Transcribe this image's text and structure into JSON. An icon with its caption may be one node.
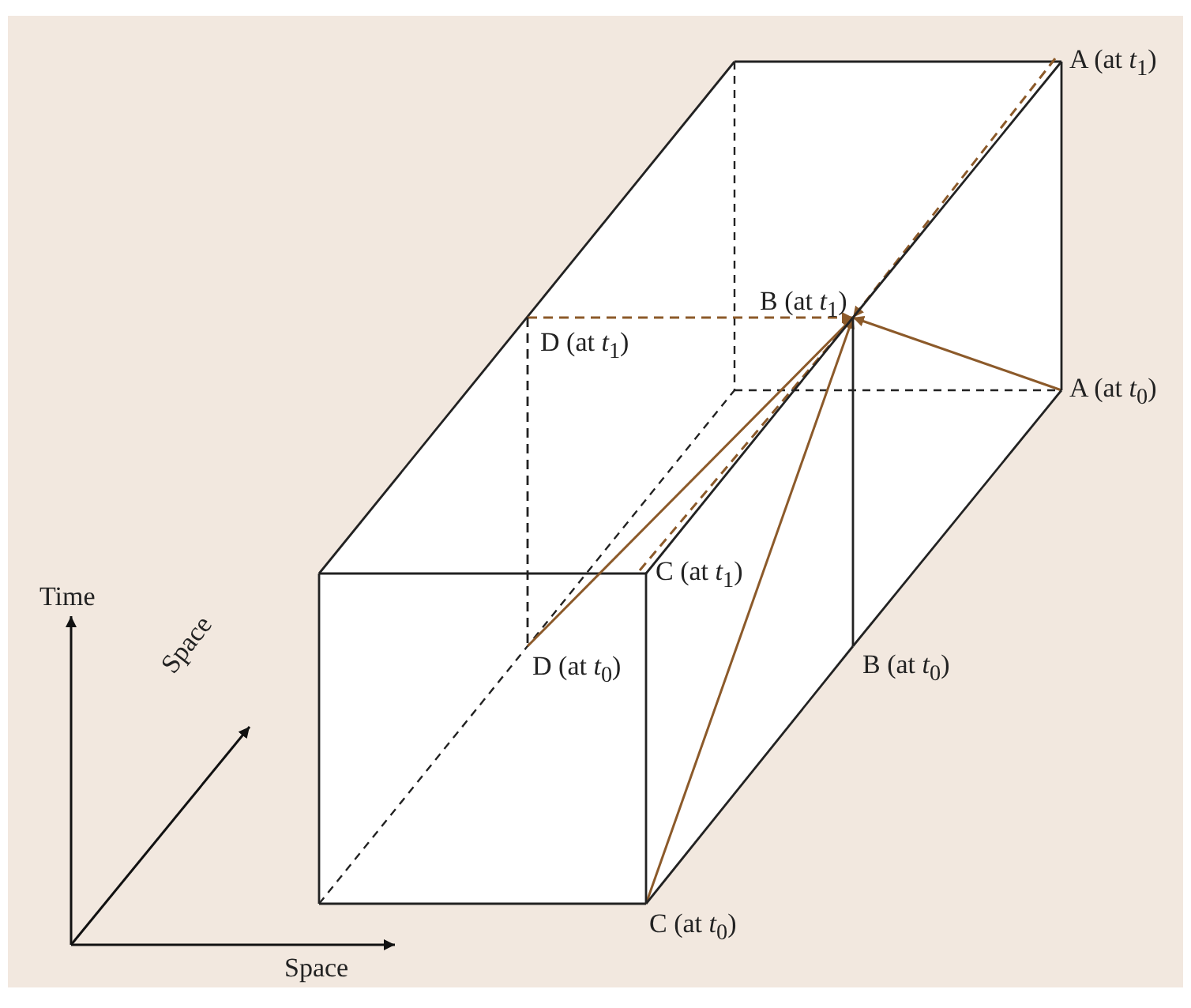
{
  "diagram": {
    "nodes": [
      {
        "text": [
          "A (at *t*$_{1}$)"
        ]
      },
      {
        "text": [
          "B (at *t*$_{1}$)"
        ]
      },
      {
        "text": [
          "D (at *t*$_{1}$)"
        ]
      },
      {
        "text": [
          "A (at *t*$_{0}$)"
        ]
      },
      {
        "text": [
          "C (at *t*$_{1}$)"
        ]
      },
      {
        "text": [
          "D (at *t*$_{0}$)"
        ]
      },
      {
        "text": [
          "B (at *t*$_{0}$)"
        ]
      },
      {
        "text": [
          "C (at *t*$_{0}$)"
        ]
      }
    ],
    "edges": [
      {
        "from": 2,
        "to": 1,
        "arrow": "to",
        "style": "dashed",
        "color": "#8c5a2a"
      },
      {
        "from": 0,
        "to": 1,
        "arrow": "to",
        "style": "dashed",
        "color": "#8c5a2a"
      },
      {
        "from": 4,
        "to": 1,
        "arrow": "to",
        "style": "dashed",
        "color": "#8c5a2a"
      },
      {
        "from": 3,
        "to": 1,
        "arrow": "to",
        "color": "#8c5a2a"
      },
      {
        "from": 5,
        "to": 1,
        "arrow": "to",
        "color": "#8c5a2a"
      },
      {
        "from": 7,
        "to": 1,
        "arrow": "to",
        "color": "#8c5a2a"
      },
      {
        "from": 0,
        "to": 3,
        "arrow": "none"
      },
      {
        "from": 4,
        "to": 7,
        "arrow": "none"
      },
      {
        "from": 4,
        "to": 1,
        "arrow": "none"
      },
      {
        "from": 1,
        "to": 0,
        "arrow": "none"
      },
      {
        "from": 7,
        "to": 6,
        "arrow": "none"
      },
      {
        "from": 6,
        "to": 3,
        "arrow": "none"
      },
      {
        "from": 1,
        "to": 6,
        "arrow": "none"
      },
      {
        "from": 2,
        "to": 5,
        "arrow": "none",
        "style": "dashed"
      }
    ],
    "labels": [
      "Time",
      "Space",
      "Space"
    ]
  }
}
